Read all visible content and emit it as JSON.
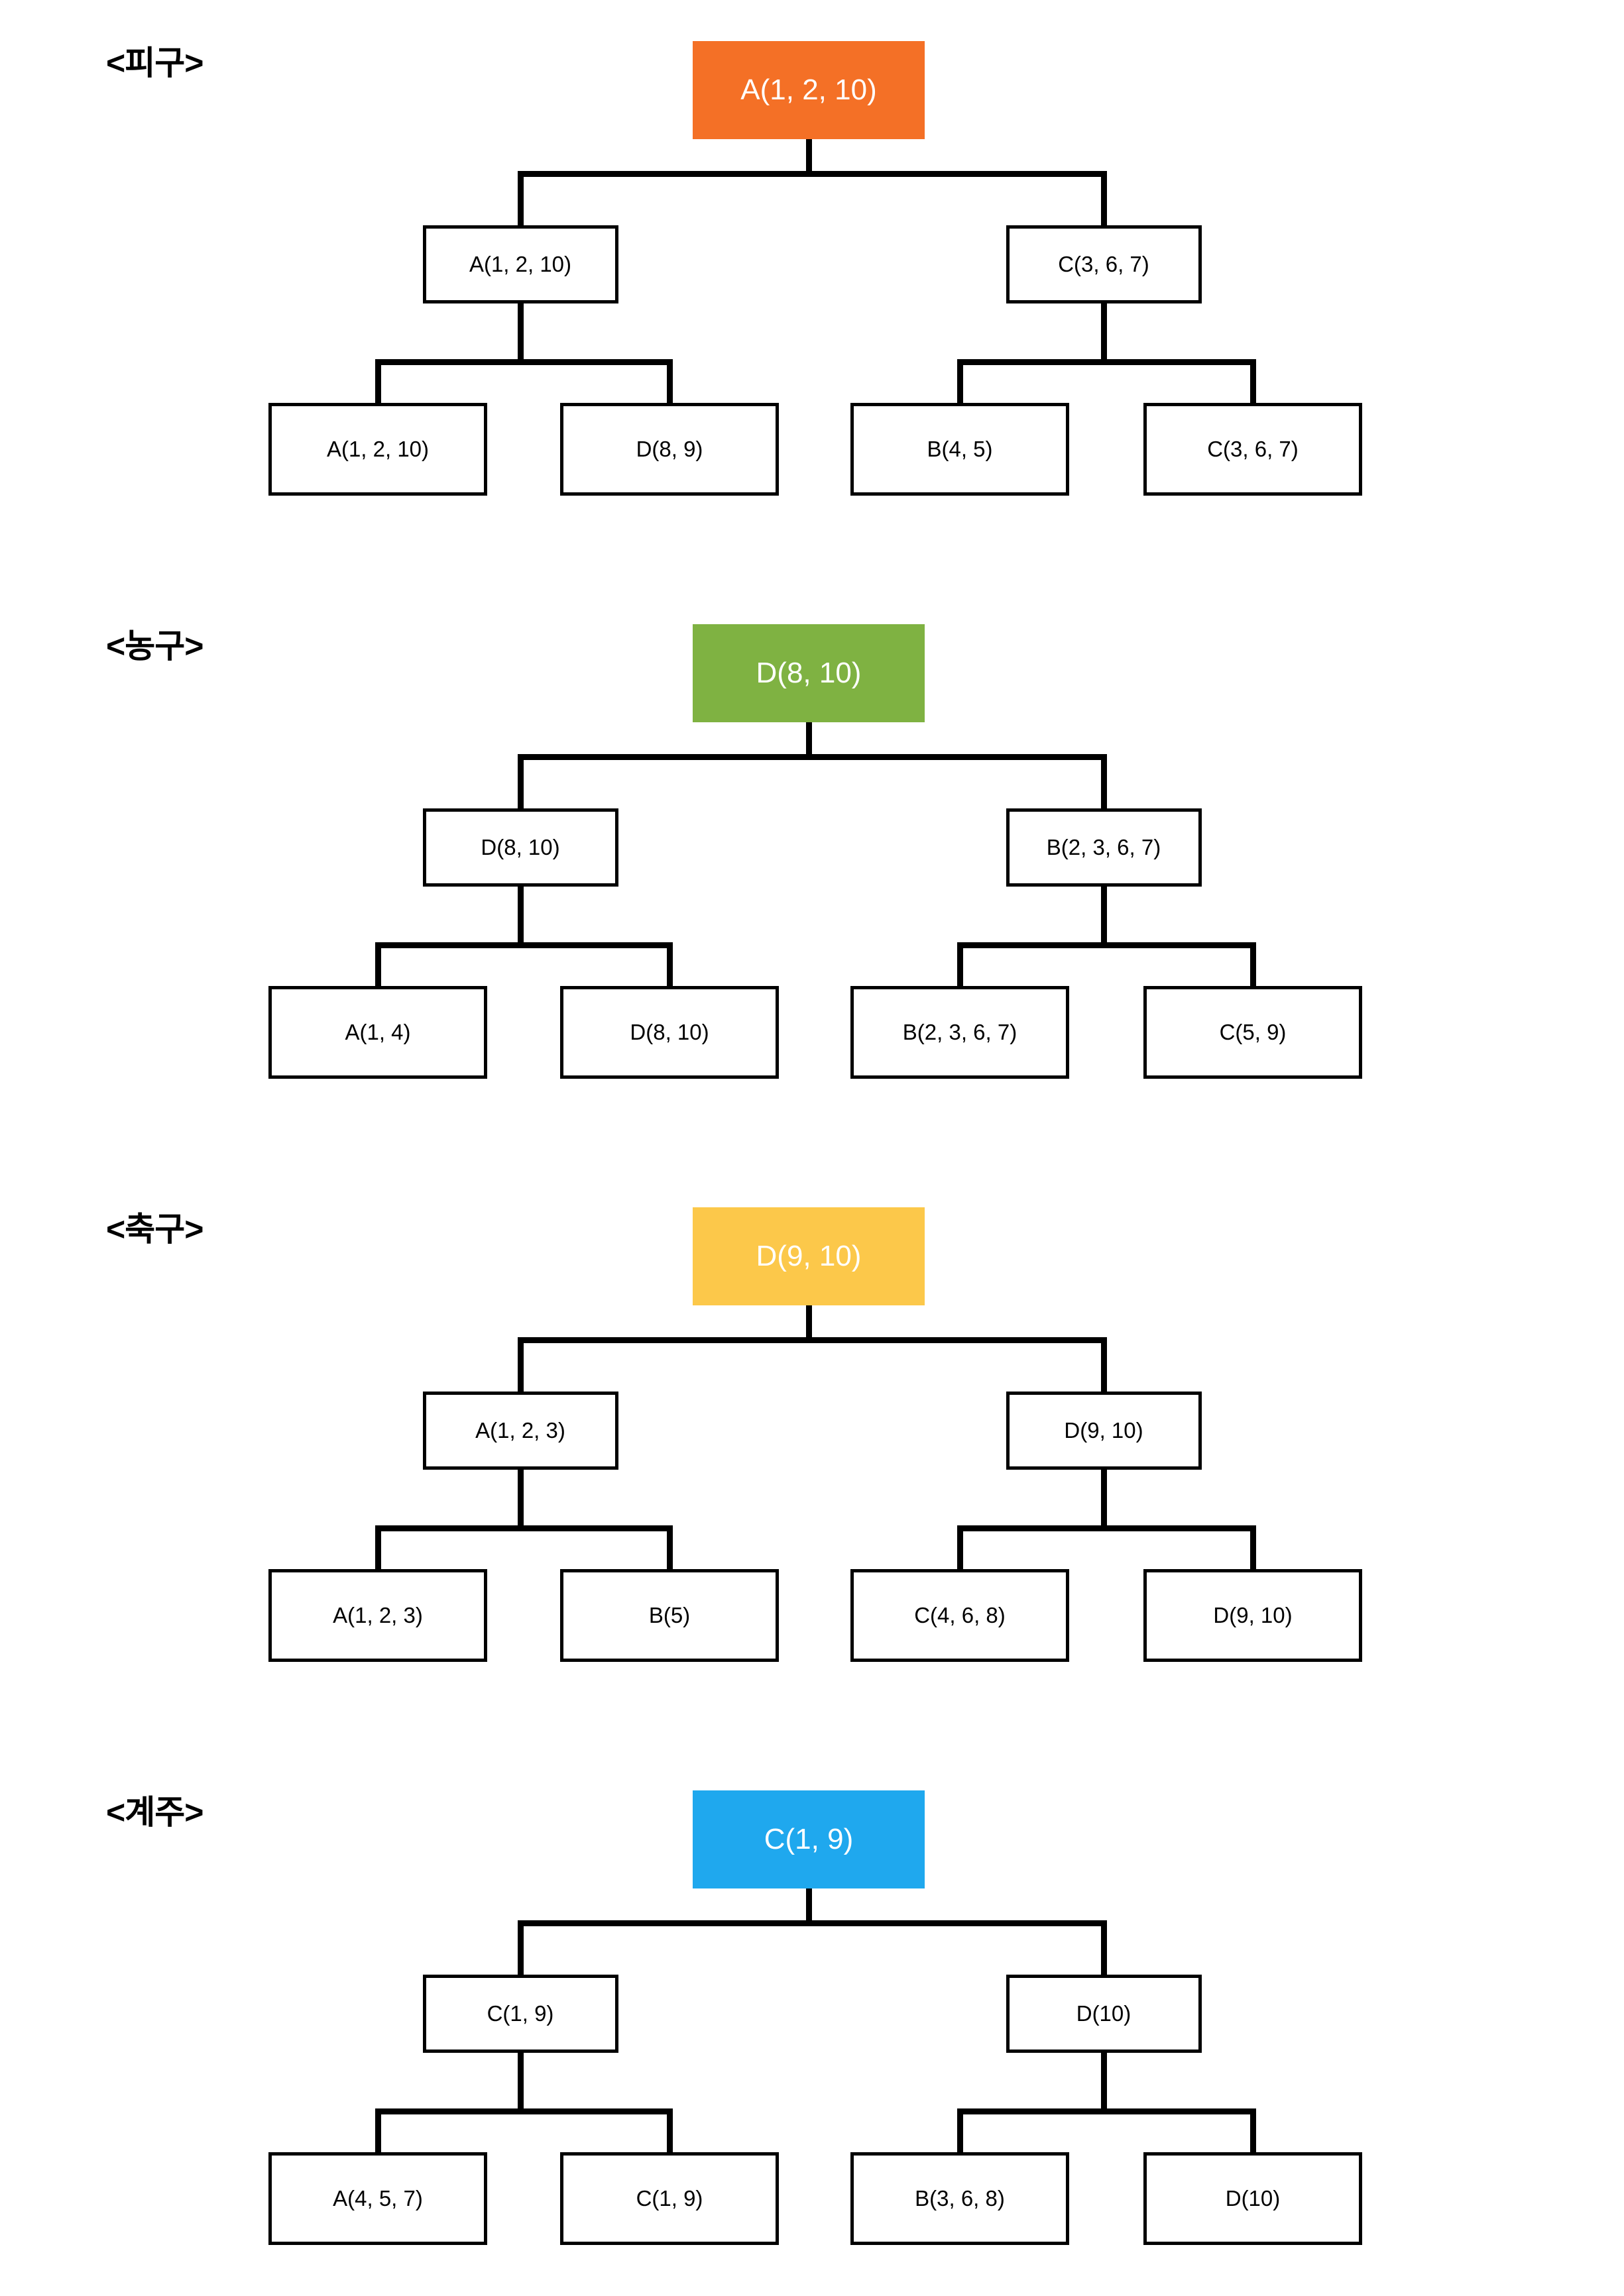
{
  "page": {
    "title": "Sports tournament decision trees",
    "background_color": "#ffffff",
    "line_color": "#000000",
    "box_border_color": "#000000",
    "box_fill_color": "#ffffff"
  },
  "sections": [
    {
      "id": "dodgeball",
      "label": "<피구>",
      "root_color": "#F47026",
      "root": "A(1, 2, 10)",
      "mid": [
        "A(1, 2, 10)",
        "C(3, 6, 7)"
      ],
      "leaves": [
        "A(1, 2, 10)",
        "D(8, 9)",
        "B(4, 5)",
        "C(3, 6, 7)"
      ]
    },
    {
      "id": "basketball",
      "label": "<농구>",
      "root_color": "#7FB242",
      "root": "D(8, 10)",
      "mid": [
        "D(8, 10)",
        "B(2, 3, 6, 7)"
      ],
      "leaves": [
        "A(1, 4)",
        "D(8, 10)",
        "B(2, 3, 6, 7)",
        "C(5, 9)"
      ]
    },
    {
      "id": "soccer",
      "label": "<축구>",
      "root_color": "#FCC84A",
      "root": "D(9, 10)",
      "mid": [
        "A(1, 2, 3)",
        "D(9, 10)"
      ],
      "leaves": [
        "A(1, 2, 3)",
        "B(5)",
        "C(4, 6, 8)",
        "D(9, 10)"
      ]
    },
    {
      "id": "relay",
      "label": "<계주>",
      "root_color": "#1FA8EE",
      "root": "C(1, 9)",
      "mid": [
        "C(1, 9)",
        "D(10)"
      ],
      "leaves": [
        "A(4, 5, 7)",
        "C(1, 9)",
        "B(3, 6, 8)",
        "D(10)"
      ]
    }
  ]
}
